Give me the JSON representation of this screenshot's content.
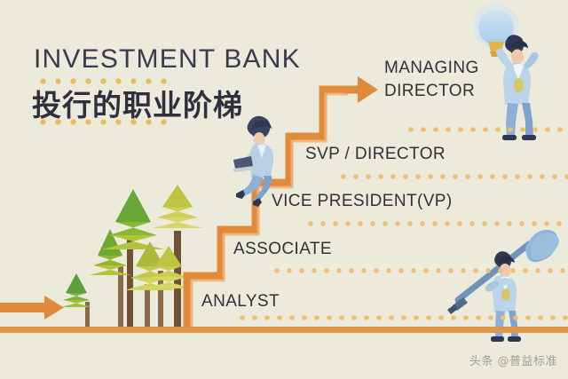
{
  "meta": {
    "background_color": "#ecebdb",
    "accent_orange": "#e08b3c",
    "accent_orange_light": "#f0c071",
    "text_dark": "#2f3038",
    "tree_greens": [
      "#6cb33f",
      "#8cb830",
      "#b5c43a",
      "#cfcf4e",
      "#d9d86a"
    ],
    "figure_blue": "#8fb4dd",
    "figure_suit": "#7fa6cf"
  },
  "header": {
    "title_en": "INVESTMENT BANK",
    "title_cn": "投行的职业阶梯"
  },
  "ladder": {
    "type": "career-staircase",
    "steps": [
      {
        "level": 1,
        "label": "ANALYST",
        "font_size": 19
      },
      {
        "level": 2,
        "label": "ASSOCIATE",
        "font_size": 19
      },
      {
        "level": 3,
        "label": "VICE PRESIDENT(VP)",
        "font_size": 19
      },
      {
        "level": 4,
        "label": "SVP / DIRECTOR",
        "font_size": 19
      },
      {
        "level": 5,
        "label_line1": "MANAGING",
        "label_line2": "DIRECTOR",
        "font_size": 19
      }
    ]
  },
  "illustrations": {
    "trees": "green-pine-trees-group",
    "entry_arrow": "orange-right-arrow",
    "top_arrow": "orange-step-arrow-to-managing-director",
    "figure_laptop": "woman-sitting-with-laptop",
    "figure_lightbulb": "man-holding-glowing-lightbulb",
    "figure_dart": "man-carrying-large-dart"
  },
  "footer": {
    "watermark": "头条 @普益标准"
  }
}
